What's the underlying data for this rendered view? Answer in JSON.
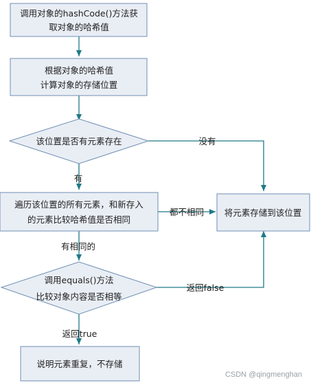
{
  "nodes": {
    "step1": [
      "调用对象的hashCode()方法获",
      "取对象的哈希值"
    ],
    "step2": [
      "根据对象的哈希值",
      "计算对象的存储位置"
    ],
    "decision1": "该位置是否有元素存在",
    "step3": [
      "遍历该位置的所有元素，和新存入",
      "的元素比较哈希值是否相同"
    ],
    "store": "将元素存储到该位置",
    "decision2": [
      "调用equals()方法",
      "比较对象内容是否相等"
    ],
    "end": "说明元素重复，不存储"
  },
  "edges": {
    "no_element": "没有",
    "has_element": "有",
    "all_different": "都不相同",
    "has_same": "有相同的",
    "return_false": "返回false",
    "return_true": "返回true"
  },
  "watermark": "CSDN @qingmenghan",
  "colors": {
    "node_fill": "#e9eef5",
    "node_stroke": "#6f8fb2",
    "arrow": "#1f7a86"
  }
}
